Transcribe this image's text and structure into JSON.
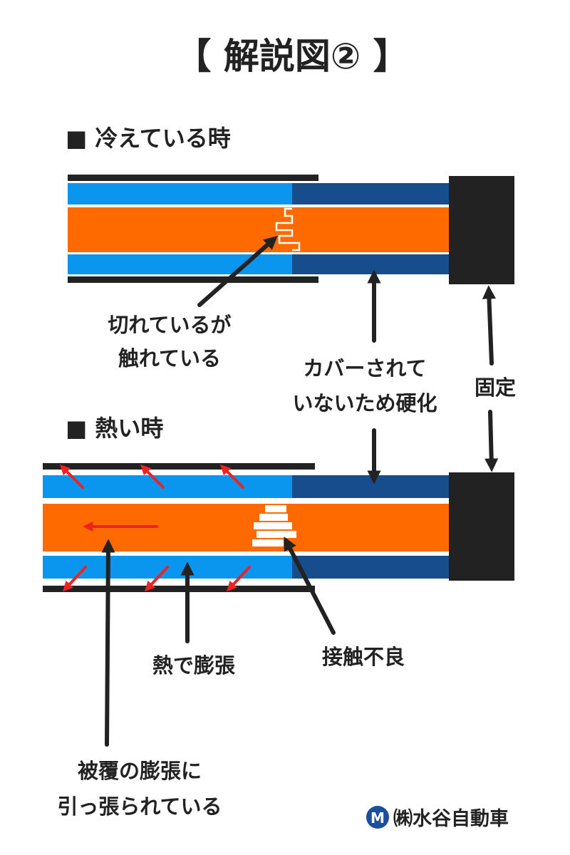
{
  "title": "【 解説図② 】",
  "sections": {
    "cold": "■ 冷えている時",
    "hot": "■ 熱い時"
  },
  "labels": {
    "cut_touching": [
      "切れているが",
      "触れている"
    ],
    "uncovered_hardened": [
      "カバーされて",
      "いないため硬化"
    ],
    "fixed": "固定",
    "thermal_expansion": "熱で膨張",
    "contact_failure": "接触不良",
    "pulled_by_coating": [
      "被覆の膨張に",
      "引っ張られている"
    ]
  },
  "brand": {
    "name": "㈱水谷自動車",
    "logo_letter": "M"
  },
  "colors": {
    "conductor": "#FF6A00",
    "insulation_light": "#0A96EE",
    "insulation_dark": "#174D8C",
    "sheath": "#222222",
    "connector": "#222222",
    "arrow": "#222222",
    "expansion_arrow": "#EE2222",
    "logo": "#1C4E9E"
  }
}
